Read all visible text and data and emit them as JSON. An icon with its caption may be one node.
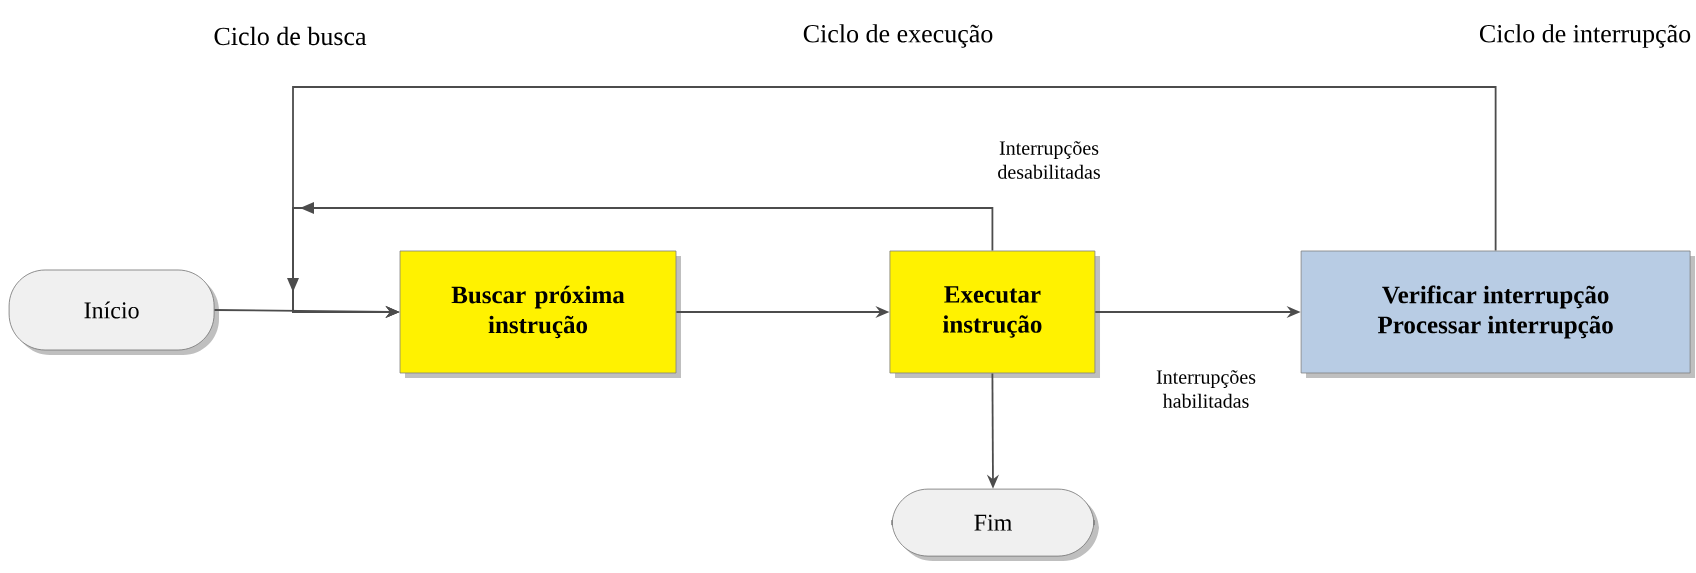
{
  "diagram": {
    "nodes": [
      {
        "text": [
          "Início"
        ]
      },
      {
        "text": [
          "Buscar próxima instrução"
        ]
      },
      {
        "text": [
          "Executar instrução"
        ]
      },
      {
        "text": [
          "Verificar interrupção",
          "Processar interrupção"
        ]
      },
      {
        "text": [
          "Fim"
        ]
      }
    ],
    "edges": [
      {
        "from": 0,
        "to": 1,
        "arrow": "to"
      },
      {
        "from": 1,
        "to": 2,
        "arrow": "to"
      },
      {
        "from": 2,
        "to": 3,
        "arrow": "to",
        "label": "Interrupções habilitadas"
      },
      {
        "from": 2,
        "to": 1,
        "arrow": "to",
        "label": "Interrupções desabilitadas"
      },
      {
        "from": 3,
        "to": 1,
        "arrow": "to"
      },
      {
        "from": 2,
        "to": 4,
        "arrow": "to"
      }
    ],
    "labels": [
      "Ciclo de busca",
      "Ciclo de execução",
      "Ciclo de interrupção"
    ]
  }
}
